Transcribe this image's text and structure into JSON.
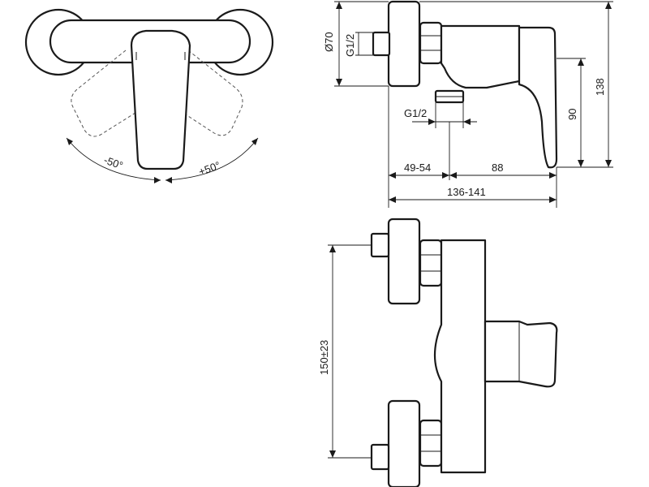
{
  "dimensions": {
    "diameter": "Ø70",
    "thread_top": "G1/2",
    "height_total": "138",
    "height_outlet": "90",
    "thread_bottom": "G1/2",
    "depth_wall": "49-54",
    "depth_front": "88",
    "depth_total": "136-141",
    "spacing": "150±23",
    "angle_left": "-50°",
    "angle_right": "+50°"
  }
}
